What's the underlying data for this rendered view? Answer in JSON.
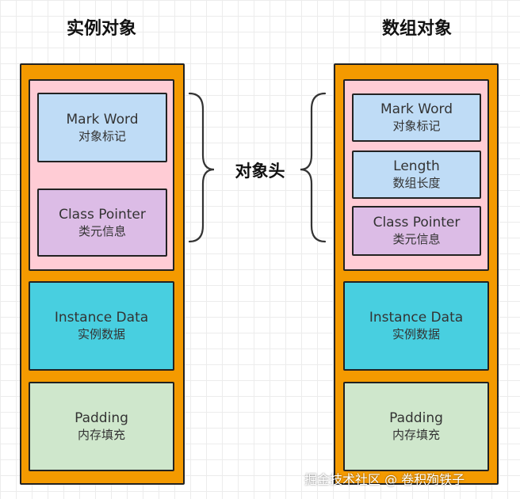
{
  "left": {
    "title": "实例对象",
    "mark_word": {
      "en": "Mark Word",
      "zh": "对象标记"
    },
    "class_pointer": {
      "en": "Class Pointer",
      "zh": "类元信息"
    },
    "instance_data": {
      "en": "Instance Data",
      "zh": "实例数据"
    },
    "padding": {
      "en": "Padding",
      "zh": "内存填充"
    }
  },
  "right": {
    "title": "数组对象",
    "mark_word": {
      "en": "Mark Word",
      "zh": "对象标记"
    },
    "length": {
      "en": "Length",
      "zh": "数组长度"
    },
    "class_pointer": {
      "en": "Class Pointer",
      "zh": "类元信息"
    },
    "instance_data": {
      "en": "Instance Data",
      "zh": "实例数据"
    },
    "padding": {
      "en": "Padding",
      "zh": "内存填充"
    }
  },
  "header_label": "对象头",
  "watermark": "掘金技术社区 @ 卷积殉铁子",
  "colors": {
    "outer": "#f49a00",
    "header": "#ffccd5",
    "mark_word": "#bfdcf6",
    "class_pointer": "#dcbce6",
    "length": "#bfdcf6",
    "instance_data": "#48cfe0",
    "padding": "#cfe7cc"
  }
}
